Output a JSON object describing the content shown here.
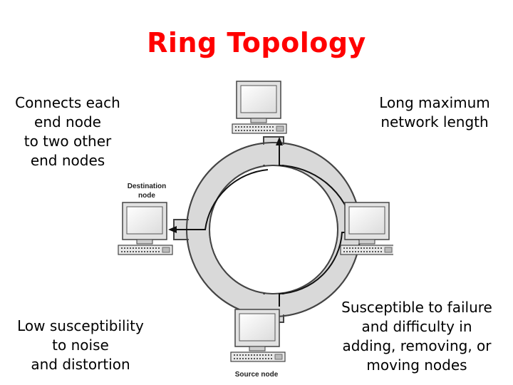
{
  "slide": {
    "title": "Ring Topology",
    "notes": {
      "top_left": "Connects each\nend node\nto two other\nend nodes",
      "top_right": "Long maximum\nnetwork length",
      "bottom_left": "Low susceptibility\nto noise\nand distortion",
      "bottom_right": "Susceptible to failure\nand difficulty in\nadding, removing, or\nmoving nodes"
    }
  },
  "diagram": {
    "labels": {
      "destination_line1": "Destination",
      "destination_line2": "node",
      "source": "Source node"
    },
    "icons": [
      "computer-icon",
      "arrow-icon"
    ],
    "colors": {
      "title": "#ff0000",
      "ring_fill": "#d9d9d9",
      "monitor_frame": "#e6e6e6",
      "monitor_screen": "#f6f6f6"
    }
  }
}
